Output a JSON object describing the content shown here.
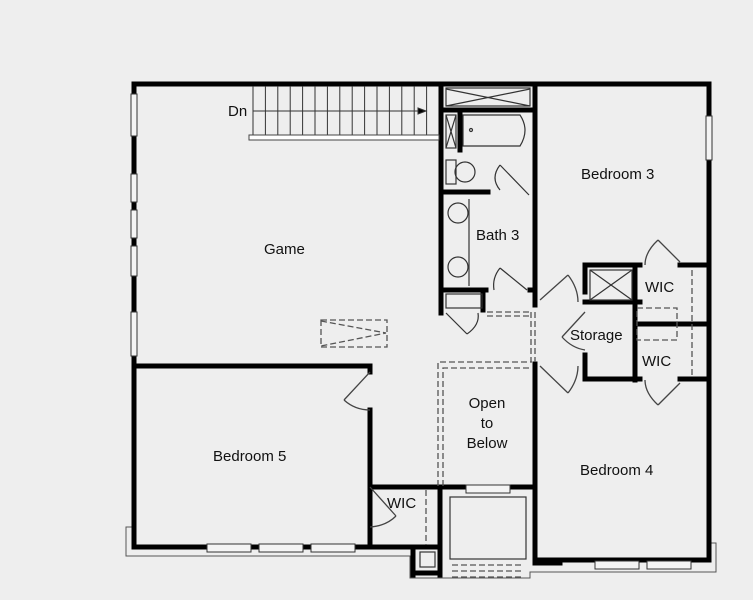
{
  "plan": {
    "background": "#eeeeee",
    "wall_color": "#000000",
    "rooms": [
      {
        "id": "game",
        "label": "Game"
      },
      {
        "id": "bedroom3",
        "label": "Bedroom 3"
      },
      {
        "id": "bath3",
        "label": "Bath 3"
      },
      {
        "id": "wic_bed3",
        "label": "WIC"
      },
      {
        "id": "storage",
        "label": "Storage"
      },
      {
        "id": "wic_bed4",
        "label": "WIC"
      },
      {
        "id": "open_to_below",
        "label_line1": "Open",
        "label_line2": "to",
        "label_line3": "Below"
      },
      {
        "id": "bedroom5",
        "label": "Bedroom 5"
      },
      {
        "id": "wic_bed5",
        "label": "WIC"
      },
      {
        "id": "bedroom4",
        "label": "Bedroom 4"
      }
    ],
    "stairs": {
      "label": "Dn"
    }
  }
}
